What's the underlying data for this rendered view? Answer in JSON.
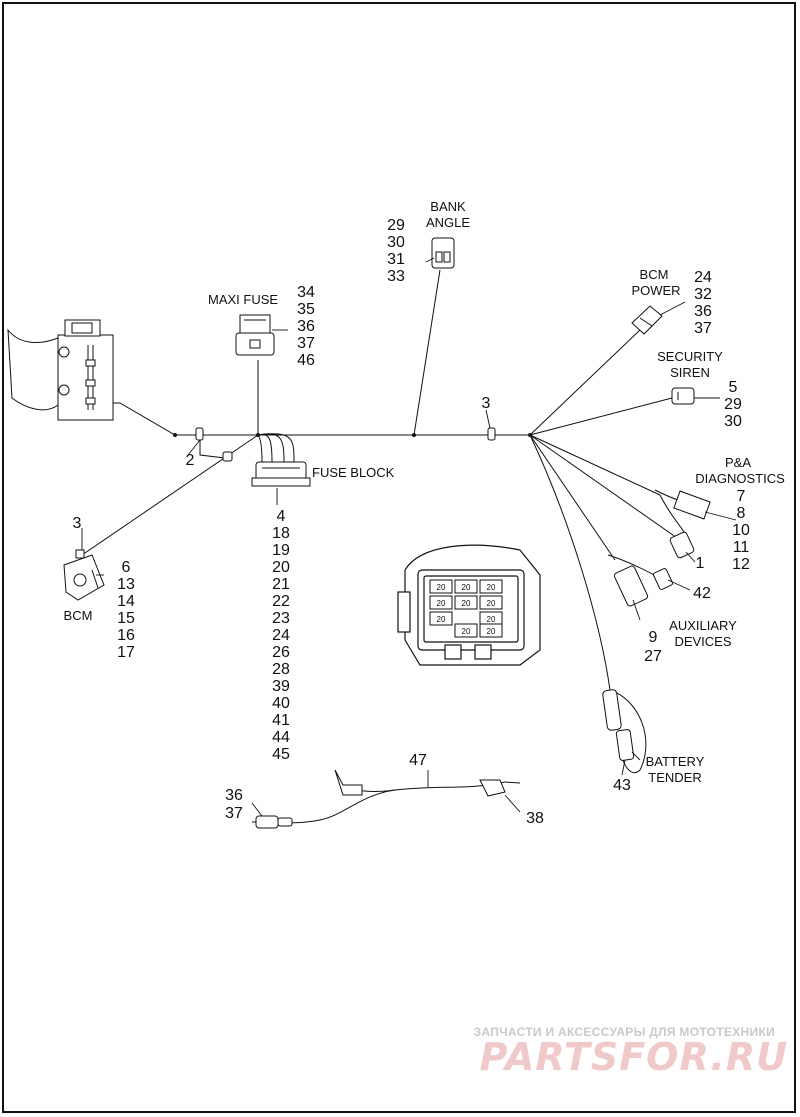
{
  "diagram": {
    "callouts": {
      "bank_angle": {
        "title": [
          "BANK",
          "ANGLE"
        ],
        "numbers": [
          "29",
          "30",
          "31",
          "33"
        ]
      },
      "maxi_fuse": {
        "title": [
          "MAXI FUSE"
        ],
        "numbers": [
          "34",
          "35",
          "36",
          "37",
          "46"
        ]
      },
      "bcm_power": {
        "title": [
          "BCM",
          "POWER"
        ],
        "numbers": [
          "24",
          "32",
          "36",
          "37"
        ]
      },
      "security_siren": {
        "title": [
          "SECURITY",
          "SIREN"
        ],
        "numbers": [
          "5",
          "29",
          "30"
        ]
      },
      "pa_diagnostics": {
        "title": [
          "P&A",
          "DIAGNOSTICS"
        ],
        "numbers": [
          "7",
          "8",
          "10",
          "11",
          "12"
        ]
      },
      "fuse_block": {
        "title": [
          "FUSE BLOCK"
        ],
        "numbers": [
          "4",
          "18",
          "19",
          "20",
          "21",
          "22",
          "23",
          "24",
          "26",
          "28",
          "39",
          "40",
          "41",
          "44",
          "45"
        ]
      },
      "bcm": {
        "title": [
          "BCM"
        ],
        "numbers": [
          "3",
          "6",
          "13",
          "14",
          "15",
          "16",
          "17"
        ]
      },
      "auxiliary_devices": {
        "title": [
          "AUXILIARY",
          "DEVICES"
        ],
        "numbers": [
          "9",
          "27"
        ]
      },
      "battery_tender": {
        "title": [
          "BATTERY",
          "TENDER"
        ],
        "numbers": [
          "43"
        ]
      },
      "singles": {
        "clip_3": "3",
        "clip_2": "2",
        "item_1": "1",
        "item_42": "42",
        "item_47": "47",
        "item_38": "38",
        "item_36": "36",
        "item_37": "37"
      }
    },
    "connector_cavities": [
      "20",
      "20",
      "20",
      "20",
      "20",
      "20",
      "20",
      "20",
      "20",
      "20"
    ]
  },
  "watermark": {
    "line1": "ЗАПЧАСТИ И АКСЕССУАРЫ ДЛЯ МОТОТЕХНИКИ",
    "line2": "PARTSFOR.RU"
  }
}
